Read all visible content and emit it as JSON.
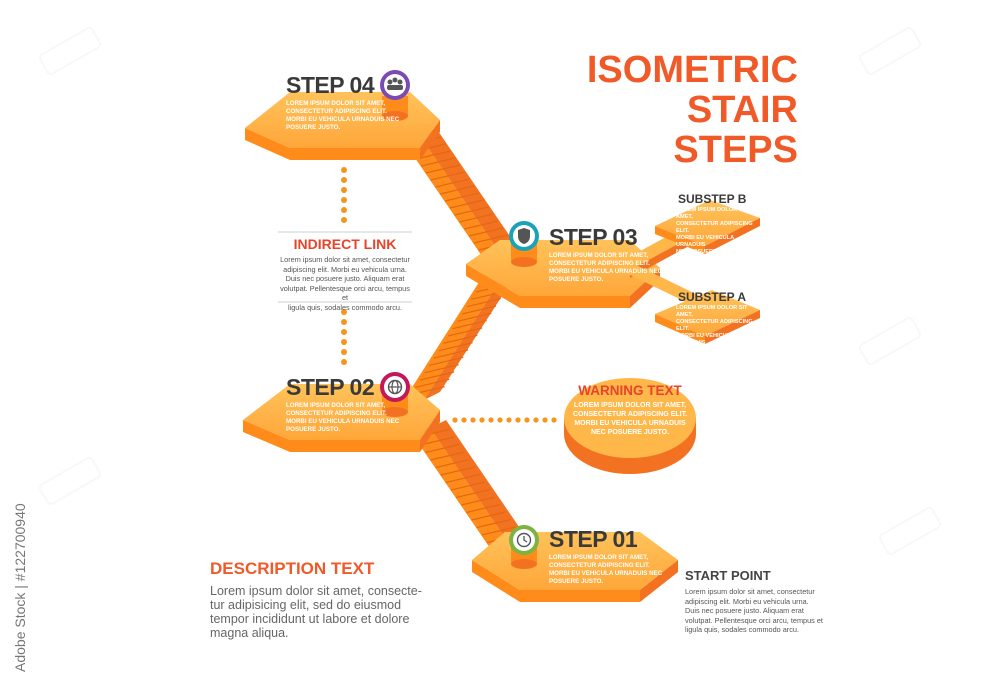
{
  "title": {
    "line1": "ISOMETRIC",
    "line2": "STAIR STEPS"
  },
  "steps": [
    {
      "label": "STEP 04",
      "icon": "people-icon",
      "ring": "#7a4bb5",
      "lines": [
        "LOREM IPSUM DOLOR SIT AMET,",
        "CONSECTETUR ADIPISCING ELIT.",
        "MORBI EU VEHICULA URNADUIS NEC",
        "POSUERE JUSTO."
      ]
    },
    {
      "label": "STEP 03",
      "icon": "shield-icon",
      "ring": "#1aa3b8",
      "lines": [
        "LOREM IPSUM DOLOR SIT AMET,",
        "CONSECTETUR ADIPISCING ELIT.",
        "MORBI EU VEHICULA URNADUIS NEC",
        "POSUERE JUSTO."
      ]
    },
    {
      "label": "STEP 02",
      "icon": "globe-icon",
      "ring": "#c2185b",
      "lines": [
        "LOREM IPSUM DOLOR SIT AMET,",
        "CONSECTETUR ADIPISCING ELIT.",
        "MORBI EU VEHICULA URNADUIS NEC",
        "POSUERE JUSTO."
      ]
    },
    {
      "label": "STEP 01",
      "icon": "clock-icon",
      "ring": "#7cb342",
      "lines": [
        "LOREM IPSUM DOLOR SIT AMET,",
        "CONSECTETUR ADIPISCING ELIT.",
        "MORBI EU VEHICULA URNADUIS NEC",
        "POSUERE JUSTO."
      ]
    }
  ],
  "substeps": [
    {
      "label": "SUBSTEP B",
      "lines": [
        "LOREM IPSUM DOLOR SIT AMET,",
        "CONSECTETUR ADIPISCING ELIT.",
        "MORBI EU VEHICULA URNADUIS",
        "NEC POSUERE JUSTO."
      ]
    },
    {
      "label": "SUBSTEP A",
      "lines": [
        "LOREM IPSUM DOLOR SIT AMET,",
        "CONSECTETUR ADIPISCING ELIT.",
        "MORBI EU VEHICULA URNADUIS",
        "NEC POSUERE JUSTO."
      ]
    }
  ],
  "indirect_link": {
    "heading": "INDIRECT LINK",
    "lines": [
      "Lorem ipsum dolor sit amet, consectetur",
      "adipiscing elit. Morbi eu vehicula urna.",
      "Duis nec posuere justo. Aliquam erat",
      "volutpat. Pellentesque orci arcu, tempus et",
      "ligula quis, sodales commodo arcu."
    ]
  },
  "warning": {
    "heading": "WARNING TEXT",
    "lines": [
      "LOREM IPSUM DOLOR SIT AMET,",
      "CONSECTETUR ADIPISCING ELIT.",
      "MORBI EU VEHICULA URNADUIS",
      "NEC POSUERE JUSTO."
    ]
  },
  "description": {
    "heading": "DESCRIPTION TEXT",
    "lines": [
      "Lorem ipsum dolor sit amet, consecte-",
      "tur adipisicing elit, sed do eiusmod",
      "tempor incididunt ut labore et dolore",
      "magna aliqua."
    ]
  },
  "start_point": {
    "heading": "START POINT",
    "lines": [
      "Lorem ipsum dolor sit amet, consectetur",
      "adipiscing elit. Morbi eu vehicula urna.",
      "Duis nec posuere justo. Aliquam erat",
      "volutpat. Pellentesque orci arcu, tempus et",
      "ligula quis, sodales commodo arcu."
    ]
  },
  "stock_id": "Adobe Stock | #122700940",
  "colors": {
    "accent": "#f05a28",
    "step_top": "#ffb74a",
    "step_left": "#ff8c1a",
    "step_right": "#f37221",
    "dots": "#f7941d"
  }
}
